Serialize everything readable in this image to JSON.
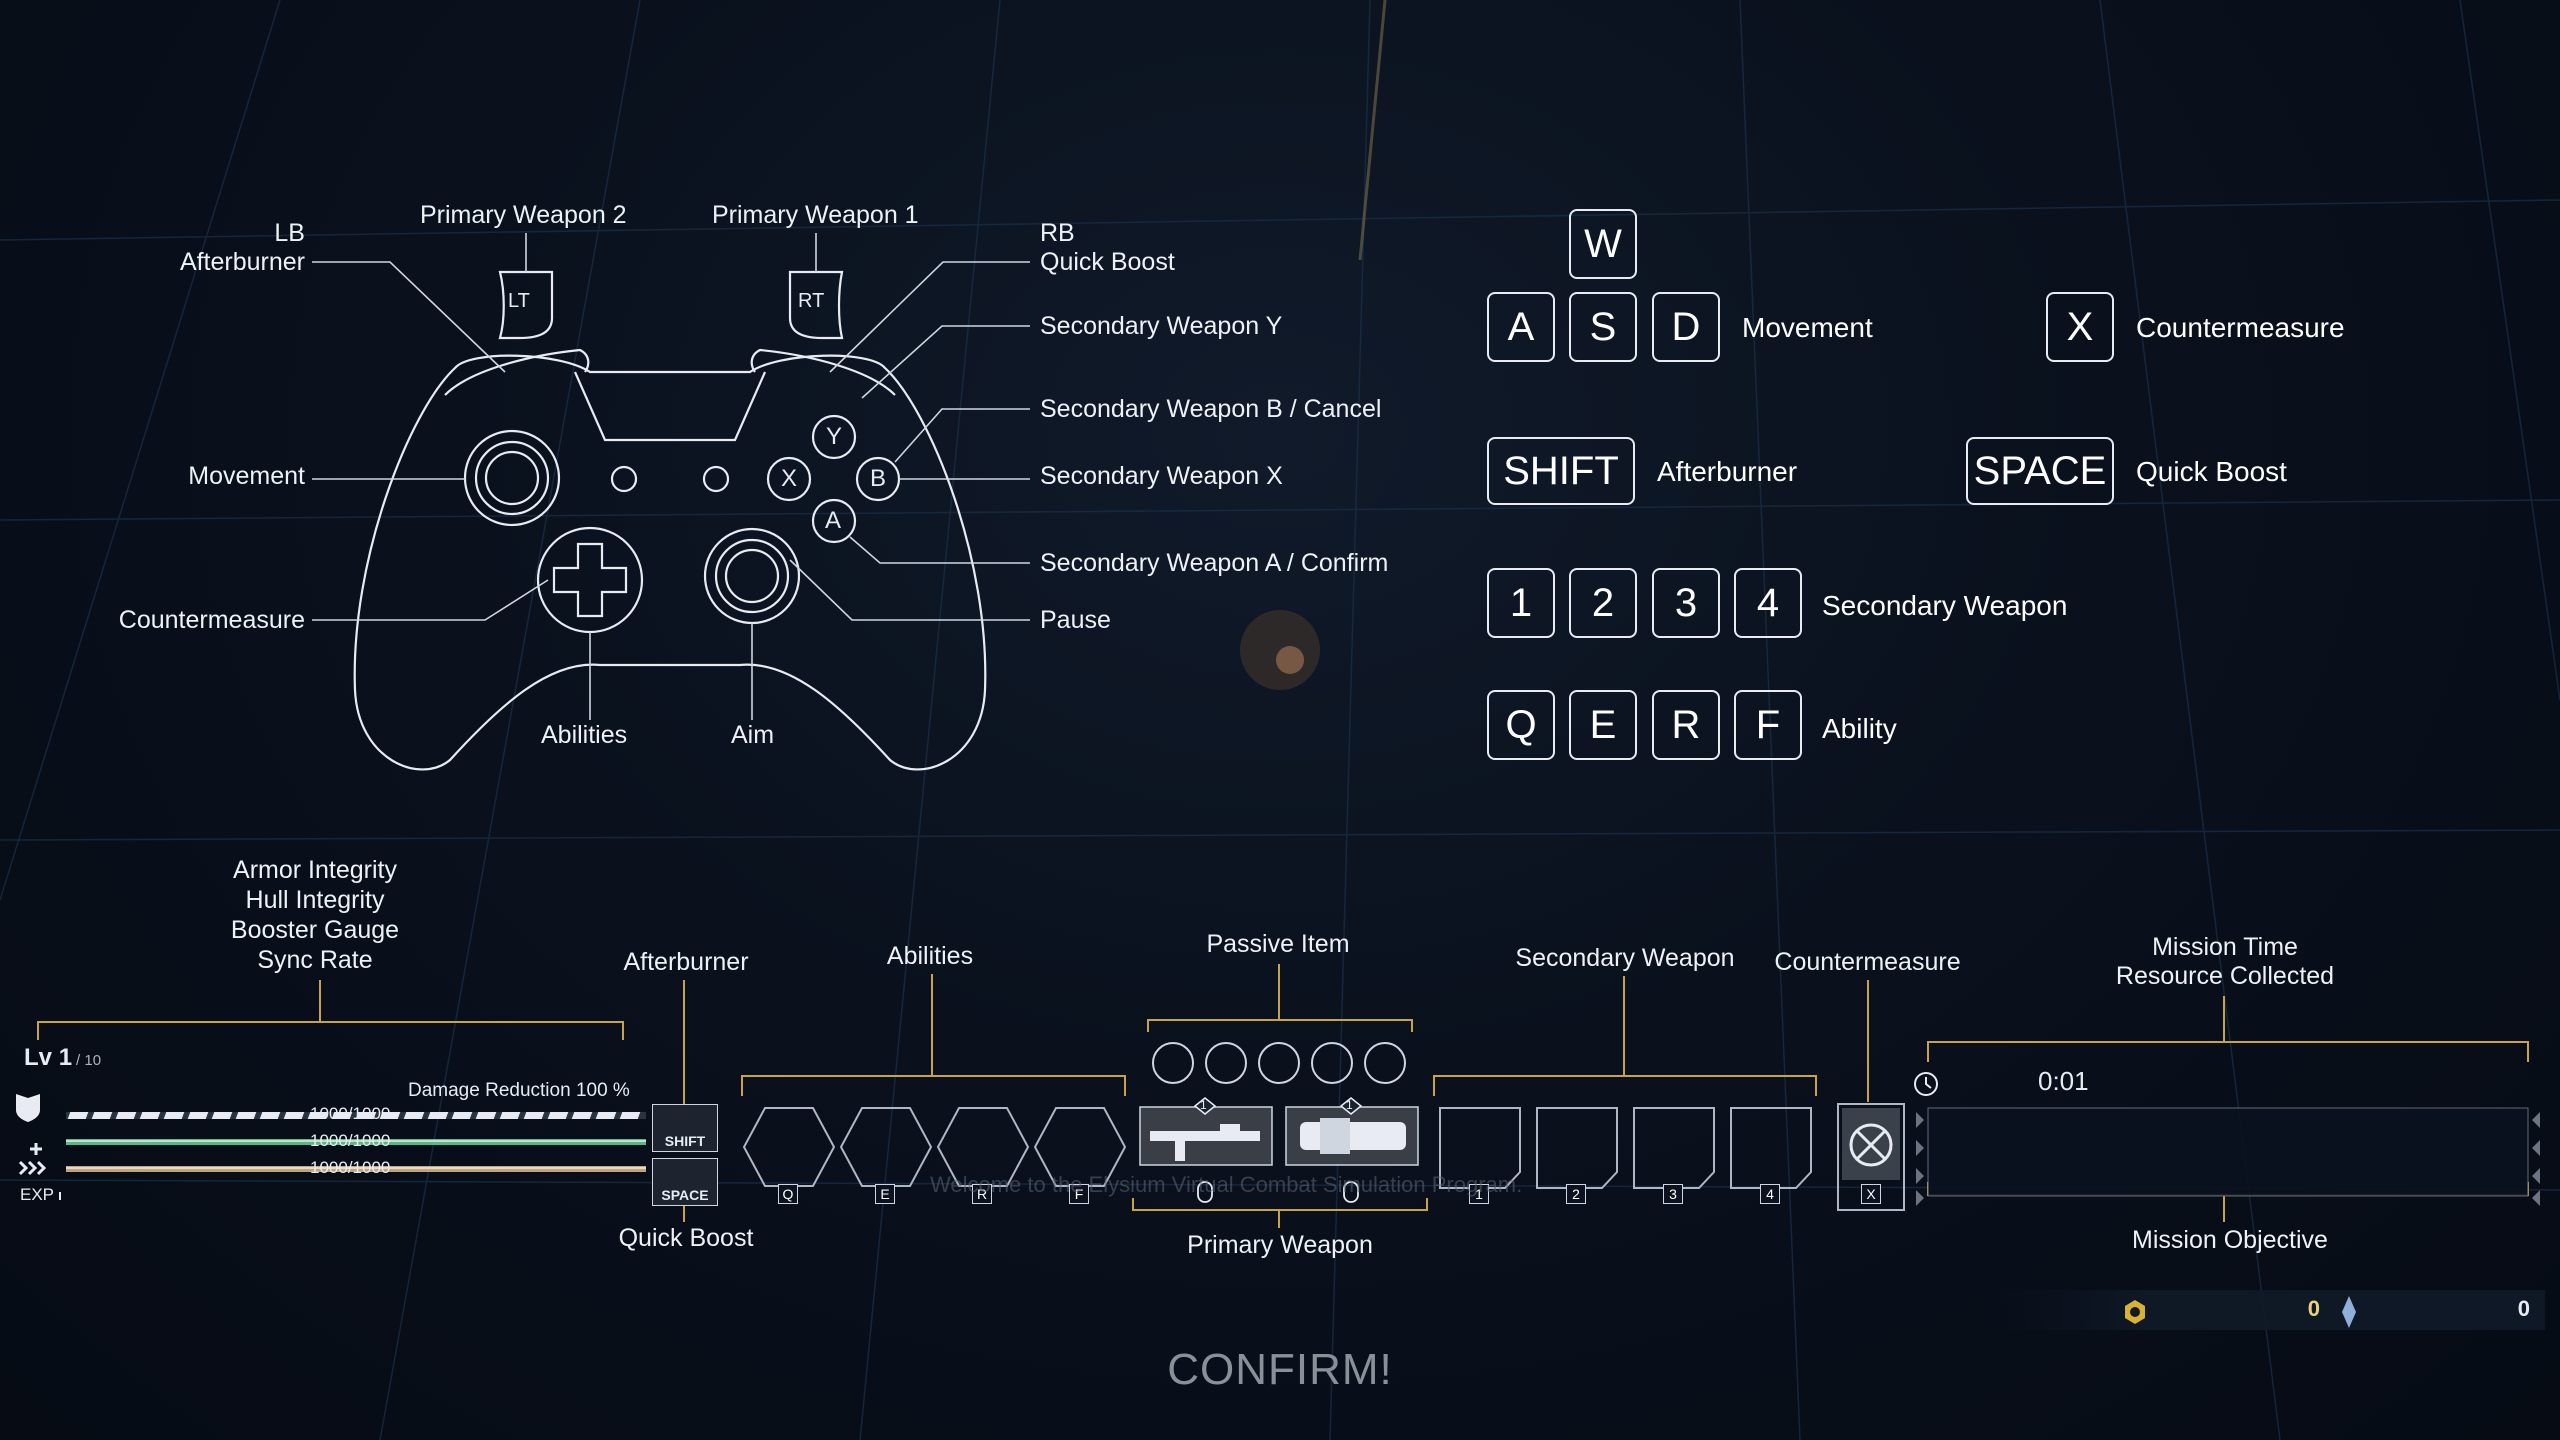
{
  "controller": {
    "labels": {
      "lb": "LB",
      "lb_action": "Afterburner",
      "lt_action": "Primary Weapon 2",
      "rt_action": "Primary Weapon 1",
      "rb": "RB",
      "rb_action": "Quick Boost",
      "y_action": "Secondary Weapon Y",
      "b_action": "Secondary Weapon B / Cancel",
      "x_action": "Secondary Weapon X",
      "a_action": "Secondary Weapon A / Confirm",
      "pause": "Pause",
      "left_stick": "Movement",
      "dpad": "Countermeasure",
      "abilities": "Abilities",
      "aim": "Aim"
    },
    "buttons": {
      "lt": "LT",
      "rt": "RT",
      "y": "Y",
      "x": "X",
      "b": "B",
      "a": "A"
    }
  },
  "keyboard": {
    "movement": {
      "keys": [
        "W",
        "A",
        "S",
        "D"
      ],
      "label": "Movement"
    },
    "countermeasure": {
      "key": "X",
      "label": "Countermeasure"
    },
    "afterburner": {
      "key": "SHIFT",
      "label": "Afterburner"
    },
    "quick_boost": {
      "key": "SPACE",
      "label": "Quick Boost"
    },
    "secondary": {
      "keys": [
        "1",
        "2",
        "3",
        "4"
      ],
      "label": "Secondary Weapon"
    },
    "ability": {
      "keys": [
        "Q",
        "E",
        "R",
        "F"
      ],
      "label": "Ability"
    }
  },
  "hud_labels": {
    "status": [
      "Armor Integrity",
      "Hull Integrity",
      "Booster Gauge",
      "Sync Rate"
    ],
    "afterburner": "Afterburner",
    "quick_boost": "Quick Boost",
    "abilities": "Abilities",
    "passive_item": "Passive Item",
    "primary_weapon": "Primary Weapon",
    "secondary_weapon": "Secondary Weapon",
    "countermeasure": "Countermeasure",
    "mission_time": "Mission Time",
    "resource_collected": "Resource Collected",
    "mission_objective": "Mission Objective"
  },
  "hud": {
    "level_prefix": "Lv",
    "level": "1",
    "level_max": "/ 10",
    "damage_reduction_label": "Damage Reduction",
    "damage_reduction_value": "100 %",
    "armor": "1000/1000",
    "hull": "1000/1000",
    "booster": "1000/1000",
    "exp_label": "EXP",
    "shift_key": "SHIFT",
    "space_key": "SPACE",
    "ability_keys": [
      "Q",
      "E",
      "R",
      "F"
    ],
    "weapon_slots": [
      "1",
      "1"
    ],
    "secondary_keys": [
      "1",
      "2",
      "3",
      "4"
    ],
    "countermeasure_key": "X",
    "mission_time": "0:01",
    "resource_gold": "0",
    "resource_crystal": "0",
    "faded_message": "Welcome to the Elysium Virtual Combat Simulation Program."
  },
  "confirm": "CONFIRM!",
  "colors": {
    "accent_gold": "#c9a24a",
    "line": "#e8ecf2",
    "hud_green": "#5fc48a"
  }
}
